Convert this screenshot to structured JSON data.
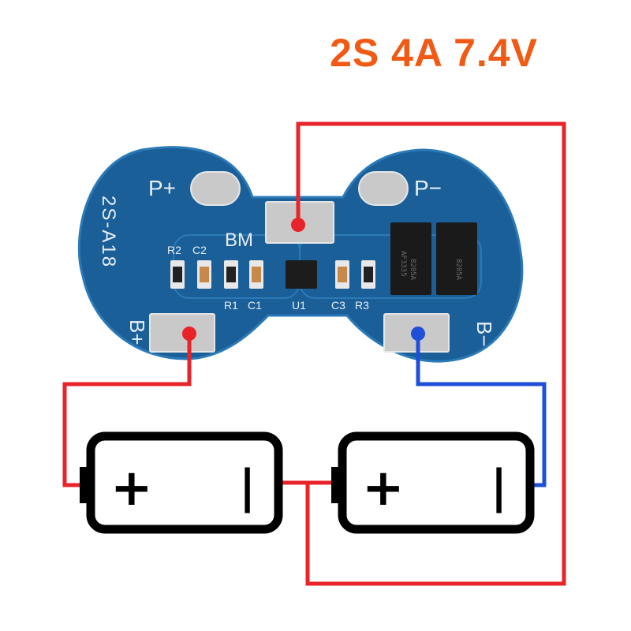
{
  "title": "2S 4A 7.4V",
  "colors": {
    "title": "#f05a14",
    "wire_red": "#e8232a",
    "wire_blue": "#1f4fd8",
    "pcb": "#1b5f99",
    "pcb_light": "#2b7ab8",
    "pad": "#c9c9c9",
    "battery_outline": "#000000"
  },
  "board": {
    "name": "2S-A18",
    "pads": {
      "p_plus": "P+",
      "p_minus": "P−",
      "bm": "BM",
      "b_plus": "B+",
      "b_minus": "B−"
    },
    "components": {
      "r2": "R2",
      "c2": "C2",
      "r1": "R1",
      "c1": "C1",
      "u1": "U1",
      "c3": "C3",
      "r3": "R3",
      "mosfet_label_1": "8205A",
      "mosfet_label_2": "8205A",
      "mosfet_code": "AF3335"
    }
  },
  "batteries": [
    {
      "plus": "+",
      "minus": "|"
    },
    {
      "plus": "+",
      "minus": "|"
    }
  ],
  "icons": [
    "battery-icon",
    "battery-icon"
  ]
}
